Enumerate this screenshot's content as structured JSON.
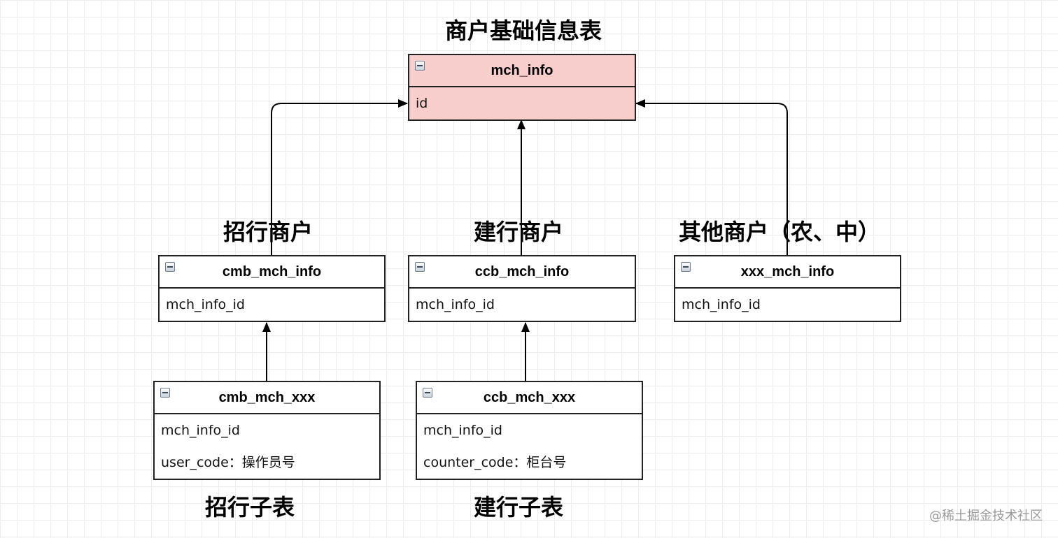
{
  "labels": {
    "base": "商户基础信息表",
    "cmb": "招行商户",
    "ccb": "建行商户",
    "other": "其他商户（农、中）",
    "cmb_sub": "招行子表",
    "ccb_sub": "建行子表"
  },
  "tables": {
    "mch_info": {
      "name": "mch_info",
      "fields": [
        "id"
      ]
    },
    "cmb_mch_info": {
      "name": "cmb_mch_info",
      "fields": [
        "mch_info_id"
      ]
    },
    "ccb_mch_info": {
      "name": "ccb_mch_info",
      "fields": [
        "mch_info_id"
      ]
    },
    "xxx_mch_info": {
      "name": "xxx_mch_info",
      "fields": [
        "mch_info_id"
      ]
    },
    "cmb_mch_xxx": {
      "name": "cmb_mch_xxx",
      "fields": [
        "mch_info_id",
        "user_code：操作员号"
      ]
    },
    "ccb_mch_xxx": {
      "name": "ccb_mch_xxx",
      "fields": [
        "mch_info_id",
        "counter_code：柜台号"
      ]
    }
  },
  "colors": {
    "highlight_fill": "#f8cecc",
    "border": "#222222",
    "grid": "#ececec"
  },
  "watermark": "@稀土掘金技术社区"
}
